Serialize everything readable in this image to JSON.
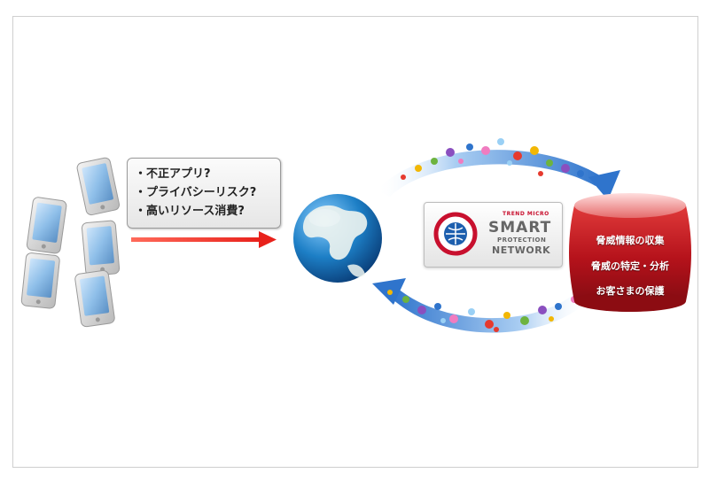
{
  "concerns": [
    "不正アプリ?",
    "プライバシーリスク?",
    "高いリソース消費?"
  ],
  "spn": {
    "brand": "TREND MICRO",
    "line1": "SMART",
    "line2": "PROTECTION",
    "line3": "NETWORK"
  },
  "process_steps": [
    "脅威情報の収集",
    "脅威の特定・分析",
    "お客さまの保護"
  ],
  "colors": {
    "arrow_red": "#e8211b",
    "cloud_red": "#b5121b",
    "globe_blue": "#1d7fc6",
    "loop_blue": "#3b7fd0"
  },
  "icons": [
    "smartphone-icon",
    "globe-icon",
    "smart-protection-network-logo",
    "data-particle"
  ]
}
